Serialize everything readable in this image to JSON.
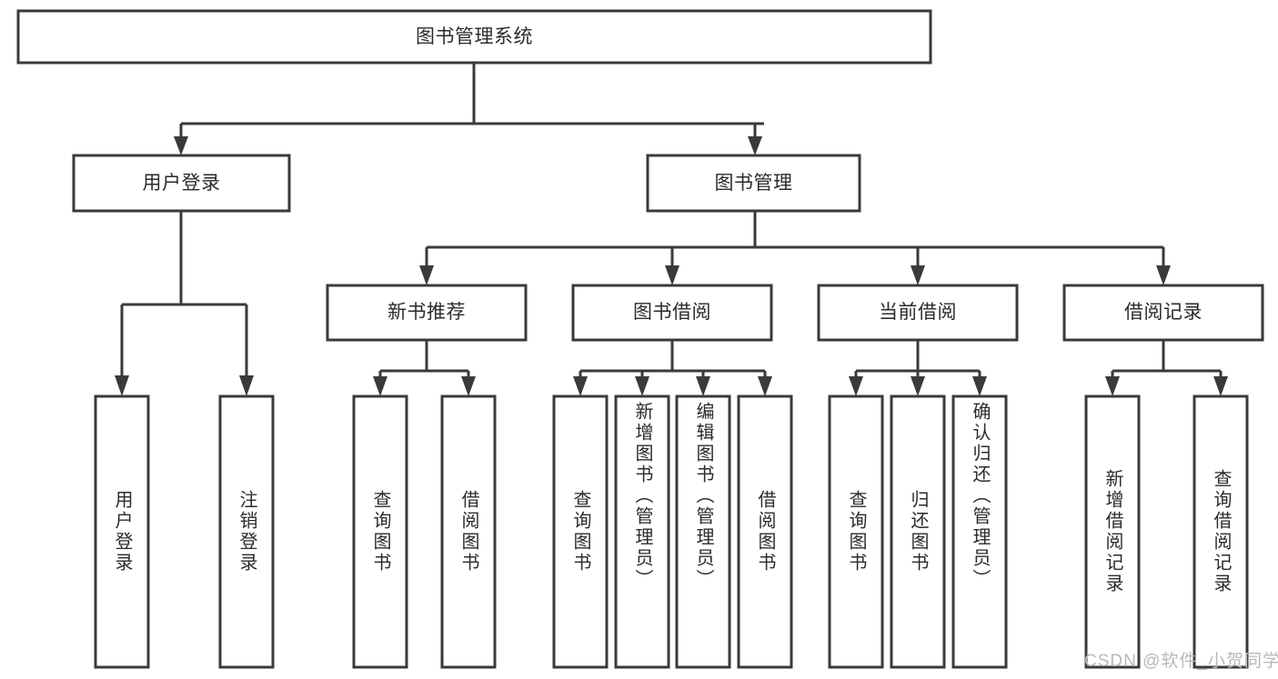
{
  "diagram": {
    "title": "图书管理系统",
    "type": "tree-hierarchy-diagram",
    "watermark": "CSDN @软件_小贺同学",
    "colors": {
      "stroke": "#3a3a3a",
      "box_fill": "#ffffff",
      "text": "#2b2b2b",
      "background": "#ffffff",
      "watermark": "#b8b8b8"
    },
    "levels": {
      "root": {
        "label": "图书管理系统"
      },
      "level2": [
        {
          "id": "user-login",
          "label": "用户登录"
        },
        {
          "id": "book-management",
          "label": "图书管理"
        }
      ],
      "level3": [
        {
          "id": "new-book-recommend",
          "label": "新书推荐",
          "parent": "book-management"
        },
        {
          "id": "book-borrow",
          "label": "图书借阅",
          "parent": "book-management"
        },
        {
          "id": "current-borrow",
          "label": "当前借阅",
          "parent": "book-management"
        },
        {
          "id": "borrow-record",
          "label": "借阅记录",
          "parent": "book-management"
        }
      ],
      "leaves": [
        {
          "id": "leaf-user-login",
          "label": "用户登录",
          "parent": "user-login"
        },
        {
          "id": "leaf-logout",
          "label": "注销登录",
          "parent": "user-login"
        },
        {
          "id": "leaf-query-book-1",
          "label": "查询图书",
          "parent": "new-book-recommend"
        },
        {
          "id": "leaf-borrow-book-1",
          "label": "借阅图书",
          "parent": "new-book-recommend"
        },
        {
          "id": "leaf-query-book-2",
          "label": "查询图书",
          "parent": "book-borrow"
        },
        {
          "id": "leaf-add-book",
          "label": "新增图书（管理员）",
          "parent": "book-borrow"
        },
        {
          "id": "leaf-edit-book",
          "label": "编辑图书（管理员）",
          "parent": "book-borrow"
        },
        {
          "id": "leaf-borrow-book-2",
          "label": "借阅图书",
          "parent": "book-borrow"
        },
        {
          "id": "leaf-query-book-3",
          "label": "查询图书",
          "parent": "current-borrow"
        },
        {
          "id": "leaf-return-book",
          "label": "归还图书",
          "parent": "current-borrow"
        },
        {
          "id": "leaf-confirm-return",
          "label": "确认归还（管理员）",
          "parent": "current-borrow"
        },
        {
          "id": "leaf-add-record",
          "label": "新增借阅记录",
          "parent": "borrow-record"
        },
        {
          "id": "leaf-query-record",
          "label": "查询借阅记录",
          "parent": "borrow-record"
        }
      ]
    }
  }
}
